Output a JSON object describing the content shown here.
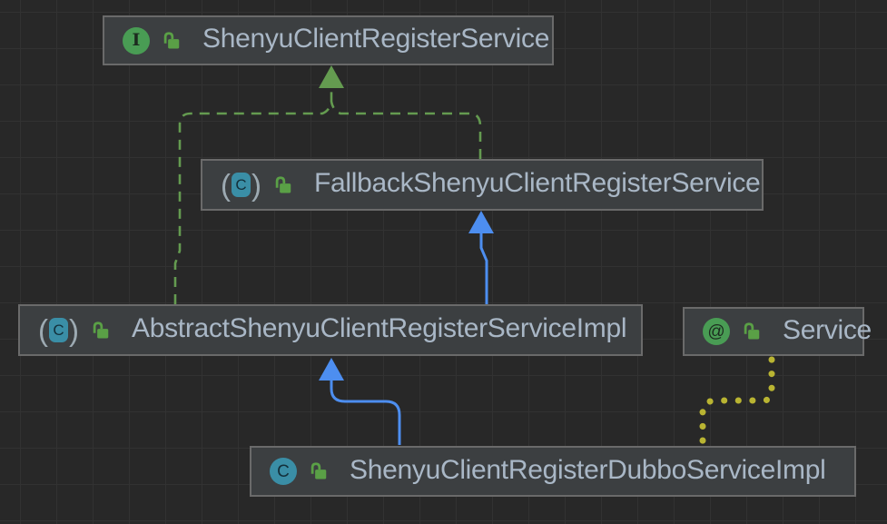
{
  "diagram": {
    "tool": "uml-class-diagram",
    "nodes": [
      {
        "id": "shenyu-client-register-service",
        "label": "ShenyuClientRegisterService",
        "kind": "interface",
        "visibility": "public"
      },
      {
        "id": "fallback-shenyu-client-register-service",
        "label": "FallbackShenyuClientRegisterService",
        "kind": "abstract-class",
        "visibility": "public"
      },
      {
        "id": "abstract-shenyu-client-register-service-impl",
        "label": "AbstractShenyuClientRegisterServiceImpl",
        "kind": "abstract-class",
        "visibility": "public"
      },
      {
        "id": "service-annotation",
        "label": "Service",
        "kind": "annotation",
        "visibility": "public"
      },
      {
        "id": "shenyu-client-register-dubbo-service-impl",
        "label": "ShenyuClientRegisterDubboServiceImpl",
        "kind": "class",
        "visibility": "public"
      }
    ],
    "edges": [
      {
        "from": "FallbackShenyuClientRegisterService",
        "to": "ShenyuClientRegisterService",
        "type": "implements",
        "style": "green-dashed-arrow"
      },
      {
        "from": "AbstractShenyuClientRegisterServiceImpl",
        "to": "ShenyuClientRegisterService",
        "type": "implements",
        "style": "green-dashed-arrow"
      },
      {
        "from": "AbstractShenyuClientRegisterServiceImpl",
        "to": "FallbackShenyuClientRegisterService",
        "type": "extends",
        "style": "blue-solid-arrow"
      },
      {
        "from": "ShenyuClientRegisterDubboServiceImpl",
        "to": "AbstractShenyuClientRegisterServiceImpl",
        "type": "extends",
        "style": "blue-solid-arrow"
      },
      {
        "from": "ShenyuClientRegisterDubboServiceImpl",
        "to": "Service",
        "type": "annotated-with",
        "style": "yellow-dotted"
      }
    ],
    "icon_glyphs": {
      "interface": "I",
      "abstract_class": "C",
      "class": "C",
      "annotation": "@",
      "abstract_paren_open": "(",
      "abstract_paren_close": ")"
    },
    "colors": {
      "canvas_background": "#282828",
      "grid_line": "#323232",
      "node_background": "#3c3f41",
      "node_border": "#6a6a6a",
      "label_text": "#a9b7c6",
      "interface_icon_green": "#499c54",
      "class_icon_teal": "#3a8ea6",
      "lock_green": "#5aa046",
      "implements_edge_green": "#649b50",
      "extends_edge_blue": "#4d8ef0",
      "annotation_edge_yellow": "#b9b432"
    }
  }
}
